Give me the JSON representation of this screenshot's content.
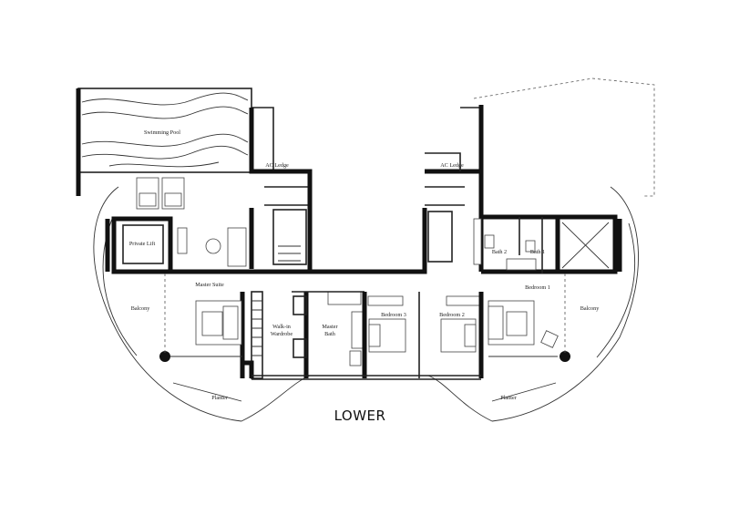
{
  "rooms": {
    "swimming_pool": "Swimming Pool",
    "ac_ledge_left": "AC Ledge",
    "ac_ledge_right": "AC Ledge",
    "private_lift": "Private Lift",
    "master_suite": "Master Suite",
    "balcony_left": "Balcony",
    "walk_in_wardrobe_l1": "Walk-in",
    "walk_in_wardrobe_l2": "Wardrobe",
    "master_bath_l1": "Master",
    "master_bath_l2": "Bath",
    "bedroom_3": "Bedroom 3",
    "bedroom_2": "Bedroom 2",
    "bedroom_1": "Bedroom 1",
    "bath_2": "Bath 2",
    "bath_1": "Bath 1",
    "balcony_right": "Balcony",
    "planter_left": "Planter",
    "planter_right": "Planter"
  },
  "level_label": "LOWER"
}
